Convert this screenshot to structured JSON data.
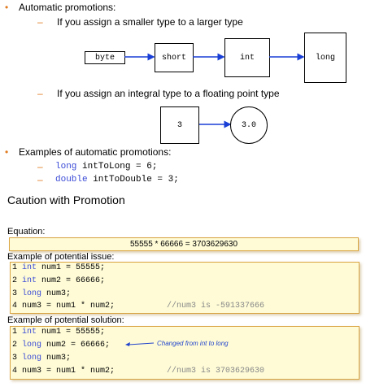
{
  "promotions": {
    "heading": "Automatic promotions:",
    "sub1": "If you assign a smaller type to a larger type",
    "chain1": [
      "byte",
      "short",
      "int",
      "long"
    ],
    "sub2": "If you assign an integral type to a floating point type",
    "chain2": [
      "3",
      "3.0"
    ]
  },
  "examples": {
    "heading": "Examples of automatic promotions:",
    "lines": [
      {
        "kw": "long",
        "rest": " intToLong = 6;"
      },
      {
        "kw": "double",
        "rest": " intToDouble = 3;"
      }
    ]
  },
  "caution": {
    "title": "Caution with Promotion",
    "equation_label": "Equation:",
    "equation": "55555 * 66666 = 3703629630",
    "issue_label": "Example of potential issue:",
    "issue_lines": [
      {
        "num": "1",
        "kw": "int",
        "rest": " num1 = 55555;",
        "comment": ""
      },
      {
        "num": "2",
        "kw": "int",
        "rest": " num2 = 66666;",
        "comment": ""
      },
      {
        "num": "3",
        "kw": "long",
        "rest": " num3;",
        "comment": ""
      },
      {
        "num": "4",
        "kw": "",
        "rest": "num3 = num1 * num2;",
        "comment": "//num3 is -591337666"
      }
    ],
    "solution_label": "Example of potential solution:",
    "solution_lines": [
      {
        "num": "1",
        "kw": "int",
        "rest": " num1 = 55555;",
        "comment": ""
      },
      {
        "num": "2",
        "kw": "long",
        "rest": " num2 = 66666;",
        "comment": ""
      },
      {
        "num": "3",
        "kw": "long",
        "rest": " num3;",
        "comment": ""
      },
      {
        "num": "4",
        "kw": "",
        "rest": "num3 = num1 * num2;",
        "comment": "//num3 is 3703629630"
      }
    ],
    "annotation": "Changed from int to long"
  },
  "colors": {
    "bullet": "#e07a1f",
    "keyword": "#3b4bd6",
    "panel_bg": "#fefbd6",
    "panel_border": "#d9a441",
    "arrow": "#1a3fd6"
  }
}
